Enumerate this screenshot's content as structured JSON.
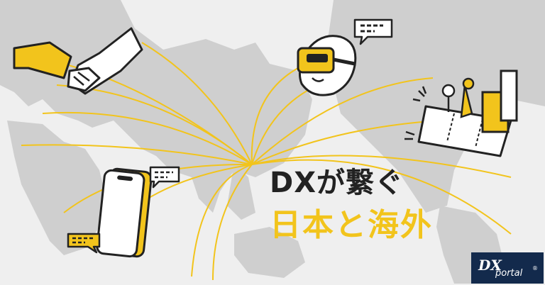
{
  "headline": {
    "line1": "DXが繋ぐ",
    "line2": "日本と海外"
  },
  "logo": {
    "dx": "DX",
    "portal": "portal",
    "mark": "®"
  },
  "colors": {
    "background": "#efefef",
    "land": "#cfcfcf",
    "accent": "#f2c41c",
    "ink": "#222222",
    "logo_bg": "#132a4c"
  },
  "icons": [
    "world-map",
    "handshake-icon",
    "vr-headset-icon",
    "smartphone-icon",
    "ar-city-icon",
    "chat-bubble-icon"
  ]
}
